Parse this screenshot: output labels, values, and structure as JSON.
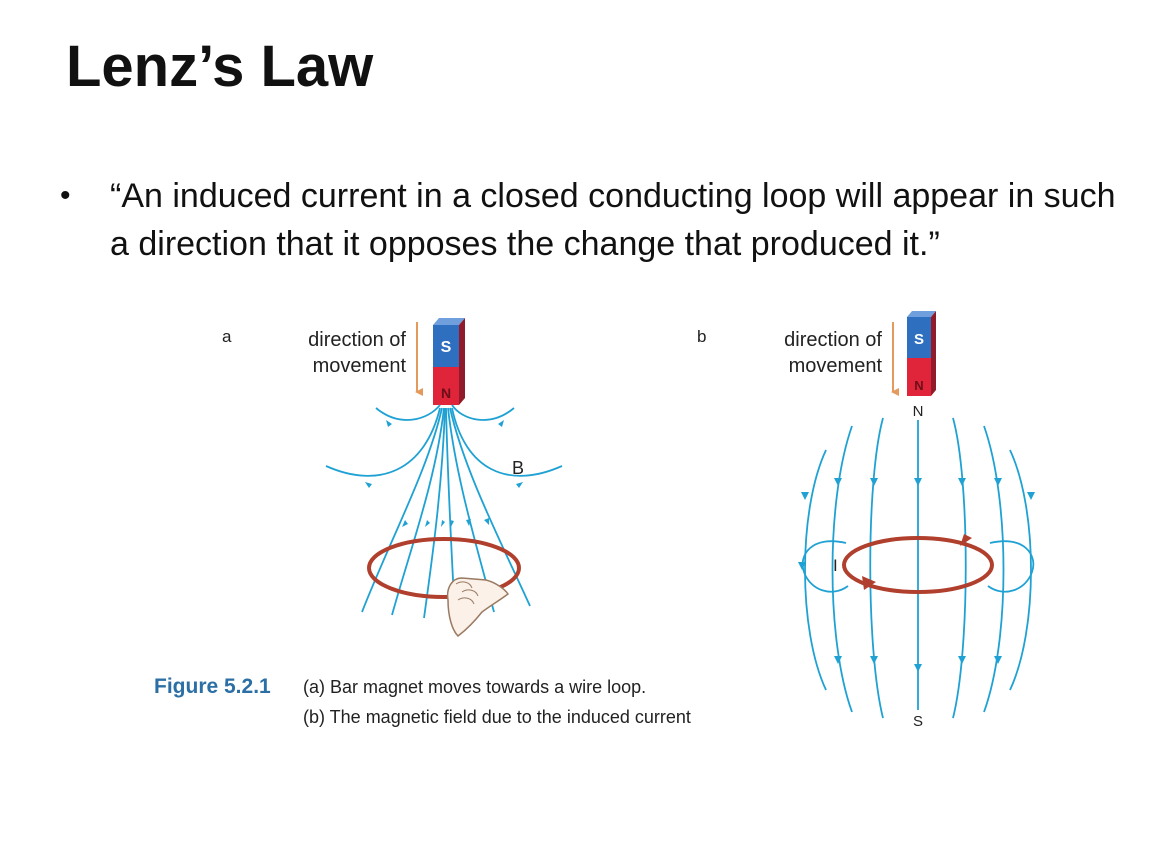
{
  "slide": {
    "title": "Lenz’s Law",
    "bullet_symbol": "•",
    "bullet_text": "“An induced current in a closed conducting loop will appear in such a direction that it opposes the change that produced it.”"
  },
  "figure": {
    "panel_a": {
      "letter": "a",
      "direction_line1": "direction of",
      "direction_line2": "movement",
      "magnet_s": "S",
      "magnet_n": "N",
      "field_label": "B"
    },
    "panel_b": {
      "letter": "b",
      "direction_line1": "direction of",
      "direction_line2": "movement",
      "magnet_s": "S",
      "magnet_n": "N",
      "pole_top": "N",
      "pole_bottom": "S",
      "current_label": "I"
    },
    "caption": {
      "number": "Figure 5.2.1",
      "line1": "(a) Bar magnet moves towards a wire loop.",
      "line2": "(b) The magnetic field due to the induced current"
    }
  },
  "colors": {
    "field_line": "#1fa2d3",
    "loop": "#b0402d",
    "magnet_south": "#2f6fc0",
    "magnet_north": "#e0243a",
    "arrow": "#e39a5a",
    "caption_title": "#2b6fa5"
  }
}
